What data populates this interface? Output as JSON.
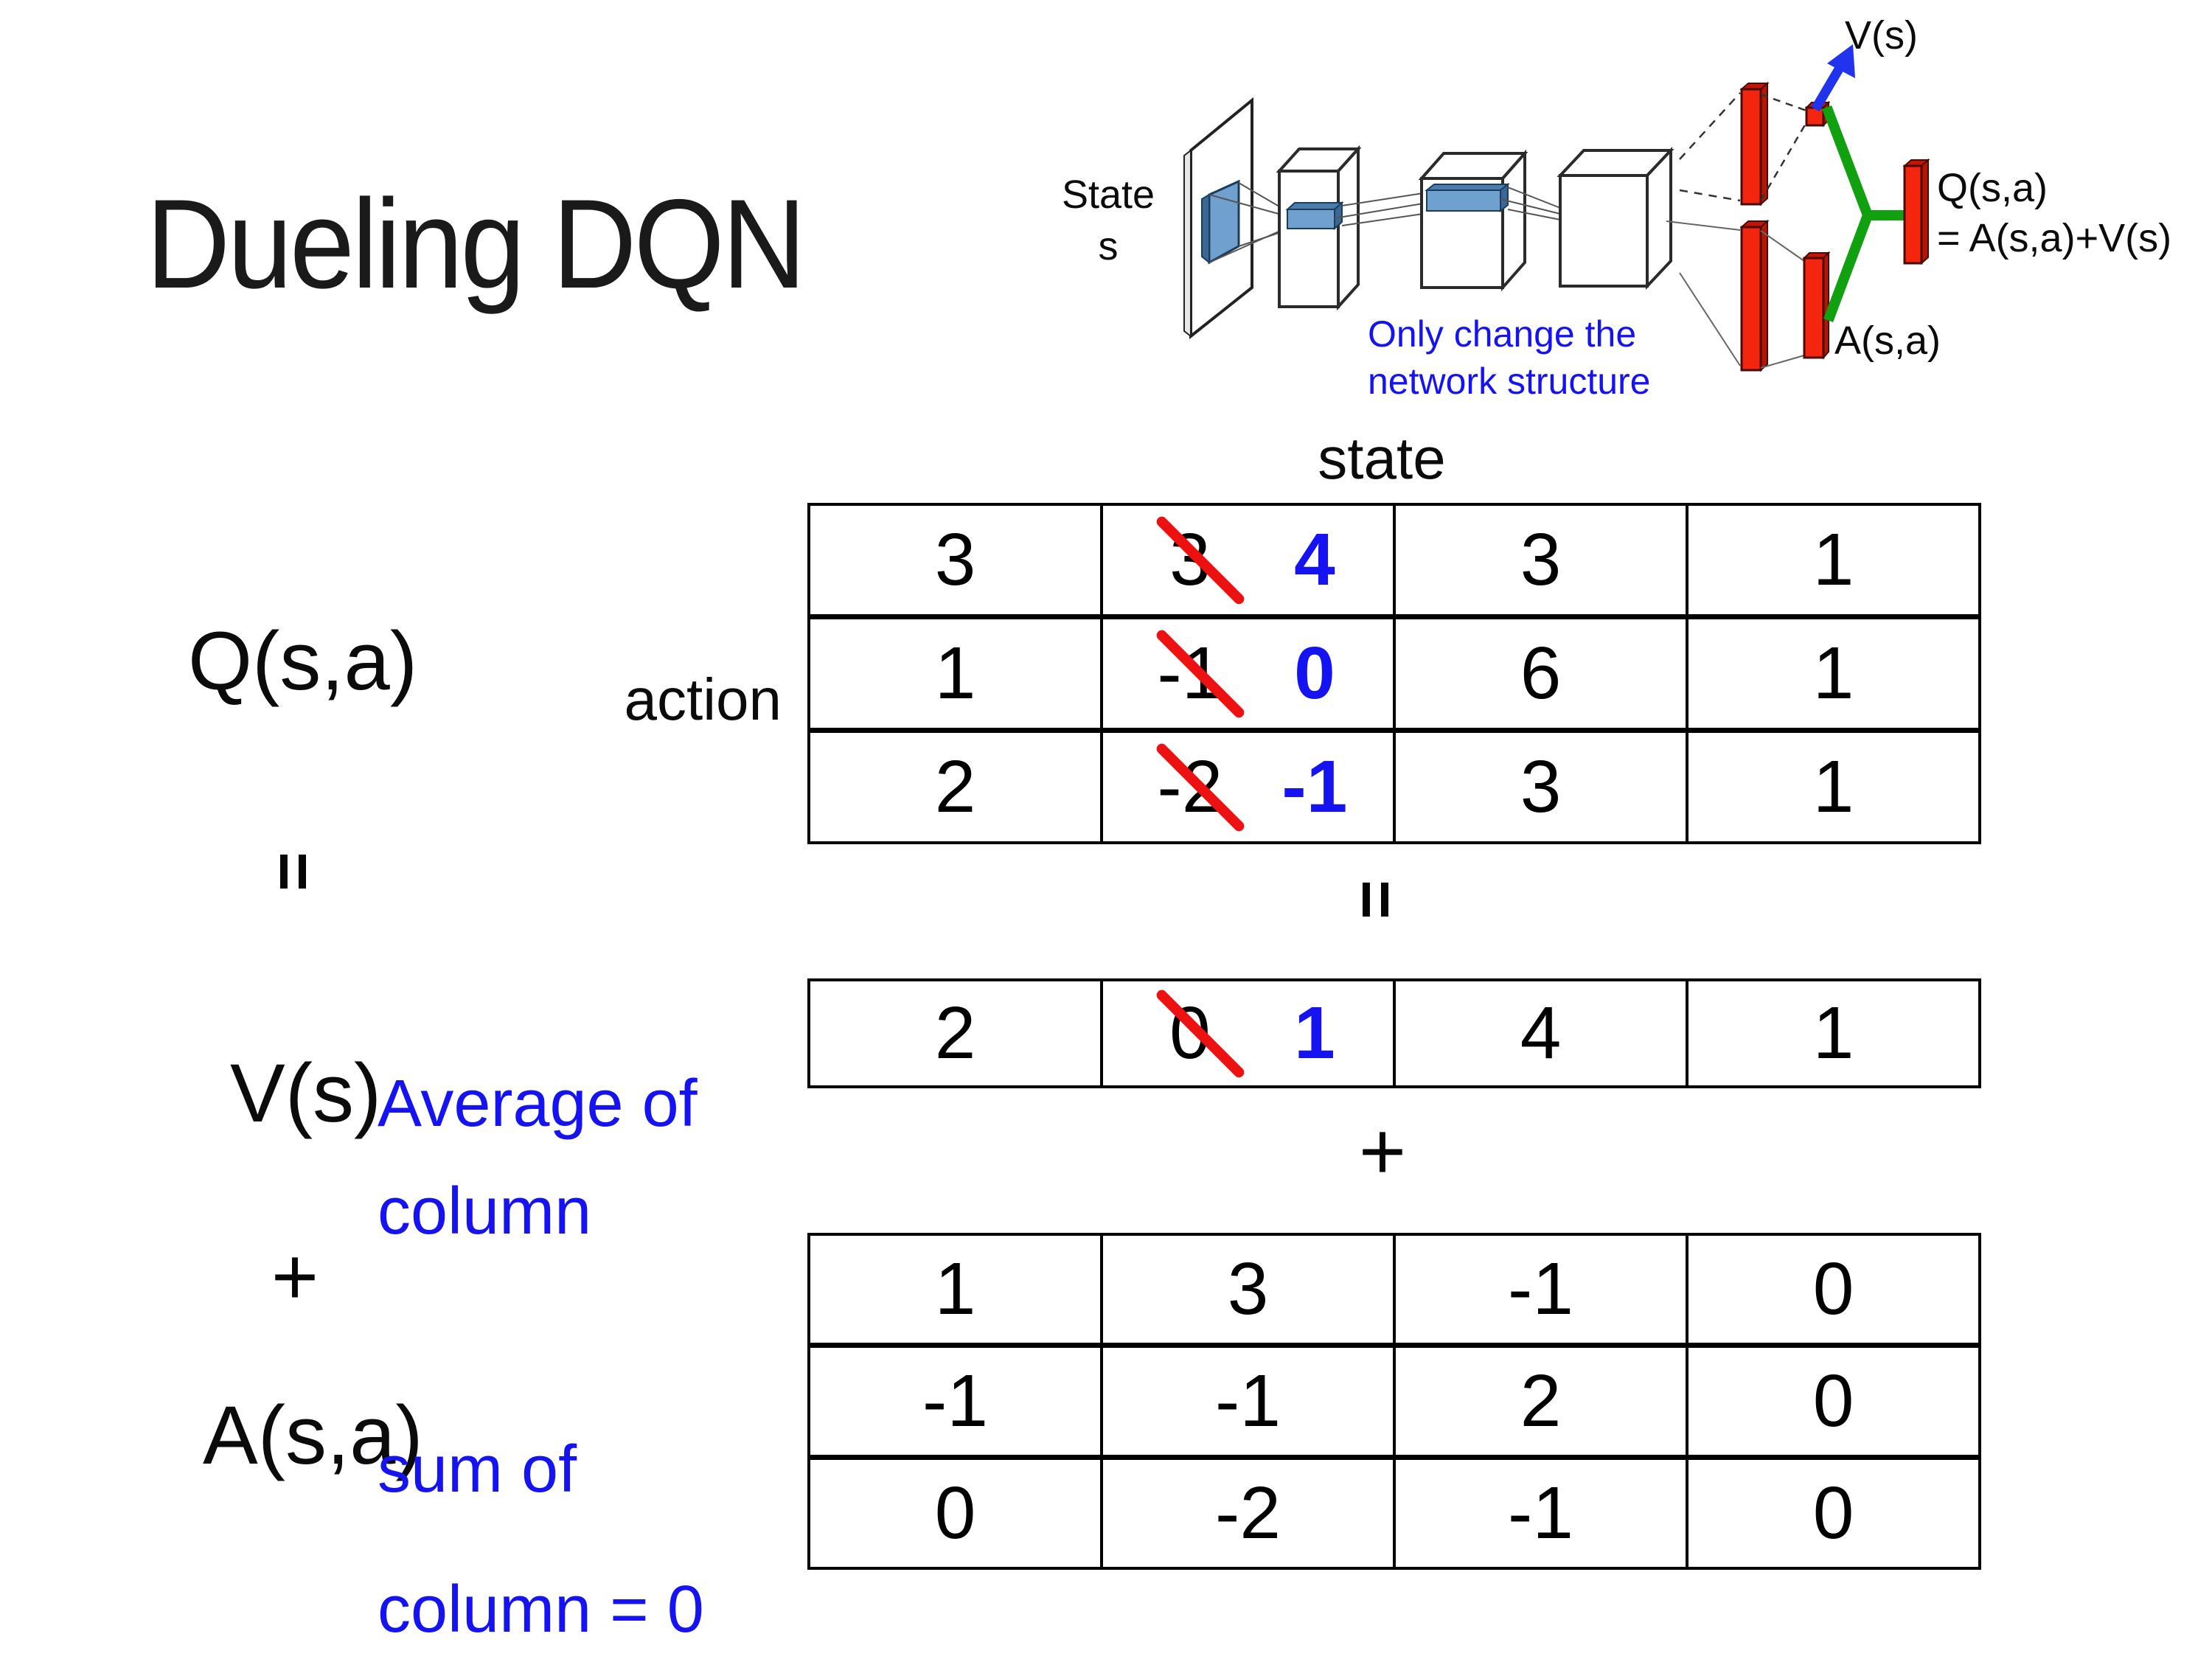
{
  "title": "Dueling DQN",
  "colors": {
    "blue": "#1513f2",
    "red": "#ee1111",
    "green": "#10a010",
    "bar_red": "#f3250e",
    "bar_red_dark": "#b41505",
    "filter_blue": "#6fa0ce",
    "filter_blue_dark": "#3a6794",
    "arrow_blue": "#2233ee"
  },
  "diagram": {
    "state_line1": "State",
    "state_line2": "s",
    "caption_line1": "Only change the",
    "caption_line2": "network structure",
    "v_out_label": "V(s)",
    "q_out_label": "Q(s,a)",
    "q_out_formula": "= A(s,a)+V(s)",
    "a_out_label": "A(s,a)"
  },
  "matrix_section": {
    "state_axis_label": "state",
    "action_axis_label": "action",
    "q_label": "Q(s,a)",
    "v_label": "V(s)",
    "a_label": "A(s,a)",
    "equals_sign": "=",
    "plus_sign": "+",
    "avg_note_line1": "Average of",
    "avg_note_line2": "column",
    "sum_note_line1": "sum of",
    "sum_note_line2": "column = 0",
    "q_table": [
      [
        {
          "v": "3"
        },
        {
          "v": "3",
          "strike": true,
          "n": "4"
        },
        {
          "v": "3"
        },
        {
          "v": "1"
        }
      ],
      [
        {
          "v": "1"
        },
        {
          "v": "-1",
          "strike": true,
          "n": "0"
        },
        {
          "v": "6"
        },
        {
          "v": "1"
        }
      ],
      [
        {
          "v": "2"
        },
        {
          "v": "-2",
          "strike": true,
          "n": "-1"
        },
        {
          "v": "3"
        },
        {
          "v": "1"
        }
      ]
    ],
    "v_table": [
      [
        {
          "v": "2"
        },
        {
          "v": "0",
          "strike": true,
          "n": "1"
        },
        {
          "v": "4"
        },
        {
          "v": "1"
        }
      ]
    ],
    "a_table": [
      [
        {
          "v": "1"
        },
        {
          "v": "3"
        },
        {
          "v": "-1"
        },
        {
          "v": "0"
        }
      ],
      [
        {
          "v": "-1"
        },
        {
          "v": "-1"
        },
        {
          "v": "2"
        },
        {
          "v": "0"
        }
      ],
      [
        {
          "v": "0"
        },
        {
          "v": "-2"
        },
        {
          "v": "-1"
        },
        {
          "v": "0"
        }
      ]
    ]
  }
}
